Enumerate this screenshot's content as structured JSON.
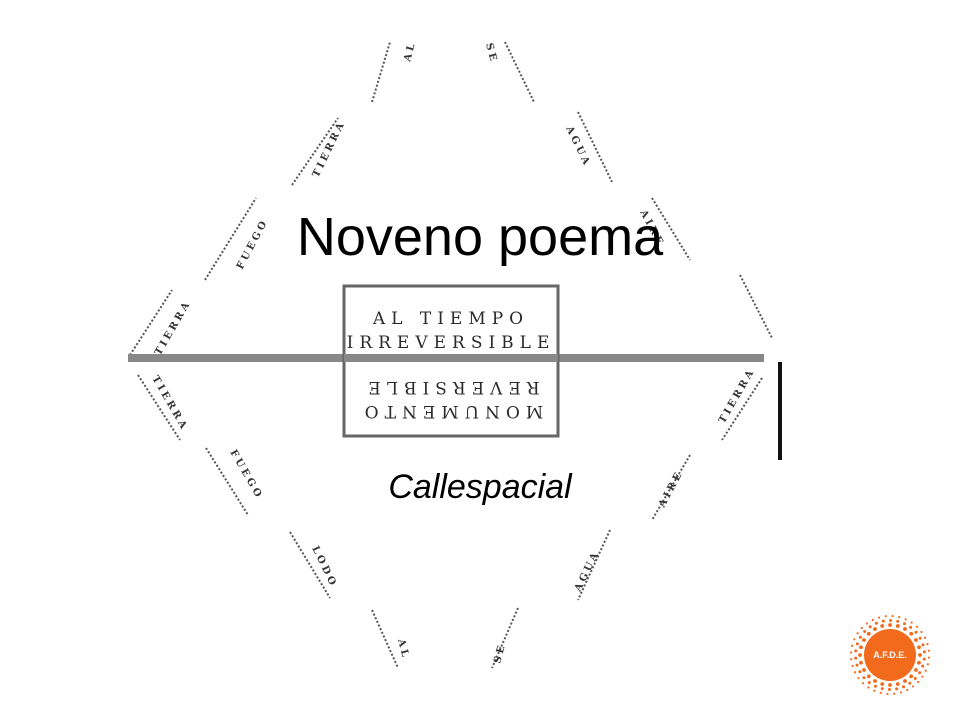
{
  "slide": {
    "title": "Noveno poema",
    "author": "Callespacial"
  },
  "poem": {
    "box_top_line_1": "AL TIEMPO",
    "box_top_line_2": "IRREVERSIBLE",
    "box_bottom_line_1": "REVERSIBLE",
    "box_bottom_line_2": "MONUMENTO",
    "words": [
      "AL",
      "SE",
      "TIERRA",
      "AGUA",
      "FUEGO",
      "AIRE",
      "TIERRA",
      "TIERRA",
      "FUEGO",
      "LODO",
      "AL",
      "SE",
      "AGUA",
      "AIRE",
      "TIERRA"
    ]
  },
  "logo": {
    "label": "A.F.D.E.",
    "color": "#F26A1B"
  }
}
